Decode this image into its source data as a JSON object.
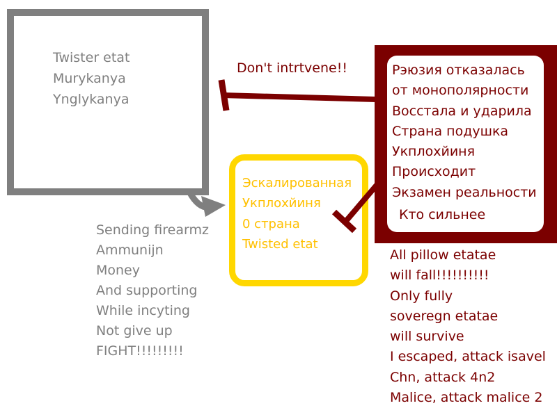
{
  "colors": {
    "gray": "#7f7f7f",
    "dark_red": "#7b0000",
    "yellow": "#ffd700",
    "yellow_text": "#ffc000"
  },
  "gray_box": {
    "lines": [
      "Twister etat",
      "Murykanya",
      "Ynglykanya"
    ]
  },
  "red_box": {
    "lines": [
      "Рэюзия отказалась",
      "от монополярности",
      "Восстала и ударила",
      "Страна подушка",
      "Укплохйиня",
      "Происходит",
      "Экзамен реальности"
    ],
    "last_line": "Кто сильнее"
  },
  "yellow_box": {
    "lines": [
      "Эскалированная",
      "Укплохйиня",
      "0 страна",
      "Twisted etat"
    ]
  },
  "warning_label": "Don't intrtvene!!",
  "gray_text": [
    "Sending firearmz",
    "Ammunijn",
    "Money",
    "And supporting",
    "While incyting",
    "Not give up",
    "FIGHT!!!!!!!!!"
  ],
  "red_text": [
    "All pillow etatae",
    "will fall!!!!!!!!!!",
    "Only fully",
    "soveregn etatae",
    "will survive",
    "I escaped, attack isavel",
    "Chn, attack 4n2",
    "Malice, attack malice 2"
  ]
}
